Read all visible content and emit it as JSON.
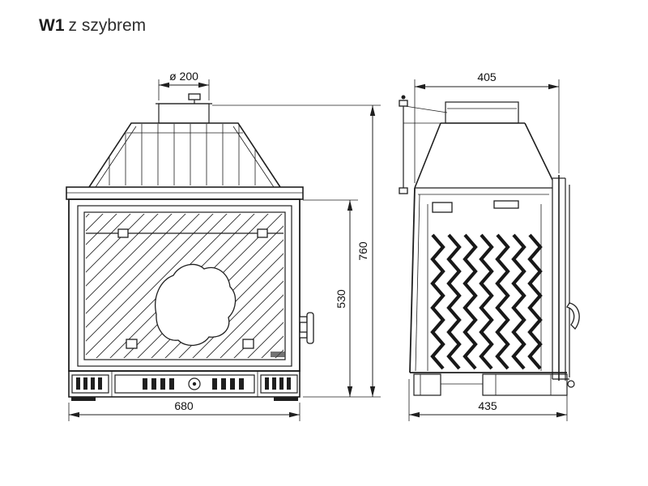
{
  "title": {
    "model": "W1",
    "variant": "z szybrem"
  },
  "dims": {
    "front": {
      "flue": "ø 200",
      "width": "680",
      "glass_height": "530",
      "total_height": "760"
    },
    "side": {
      "top_depth": "405",
      "bottom_depth": "435"
    }
  },
  "colors": {
    "ink": "#1f1f1f",
    "background": "#ffffff"
  }
}
